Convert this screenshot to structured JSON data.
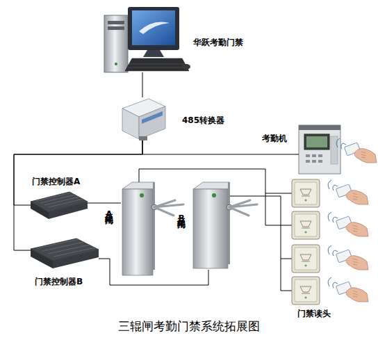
{
  "diagram": {
    "caption": "三辊闸考勤门禁系统拓展图",
    "nodes": [
      {
        "text": [
          "华跃考勤门禁"
        ]
      },
      {
        "text": [
          "485转换器"
        ]
      },
      {
        "text": [
          "考勤机"
        ]
      },
      {
        "text": [
          "门禁控制器A"
        ]
      },
      {
        "text": [
          "三辊闸A"
        ]
      },
      {
        "text": [
          "三辊闸B"
        ]
      },
      {
        "text": [
          "门禁控制器B"
        ]
      }
    ],
    "edges": [
      {
        "from": 0,
        "to": 1,
        "arrow": "none"
      },
      {
        "from": 1,
        "to": 2,
        "arrow": "none"
      },
      {
        "from": 1,
        "to": 3,
        "arrow": "none"
      },
      {
        "from": 1,
        "to": 6,
        "arrow": "none"
      },
      {
        "from": 3,
        "to": 4,
        "arrow": "none"
      },
      {
        "from": 6,
        "to": 5,
        "arrow": "none"
      }
    ],
    "labels": [
      "门禁读头"
    ]
  }
}
